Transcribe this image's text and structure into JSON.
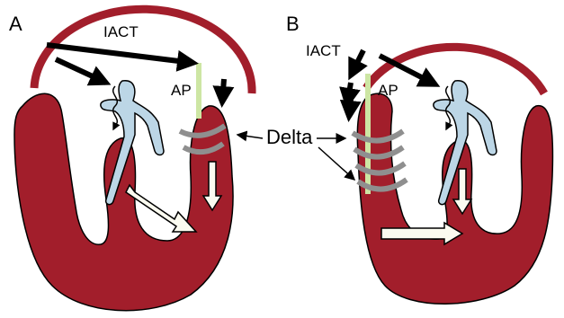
{
  "panels": {
    "a": {
      "letter": "A",
      "iact": "IACT",
      "ap": "AP"
    },
    "b": {
      "letter": "B",
      "iact": "IACT",
      "ap": "AP"
    }
  },
  "shared": {
    "delta": "Delta"
  },
  "colors": {
    "myocardium": "#a21e2b",
    "conduction": "#bcd6e6",
    "accessory_pathway": "#cde6a4",
    "delta_wave": "#8f8f8f",
    "arrow_white": "#fbfbf0"
  }
}
